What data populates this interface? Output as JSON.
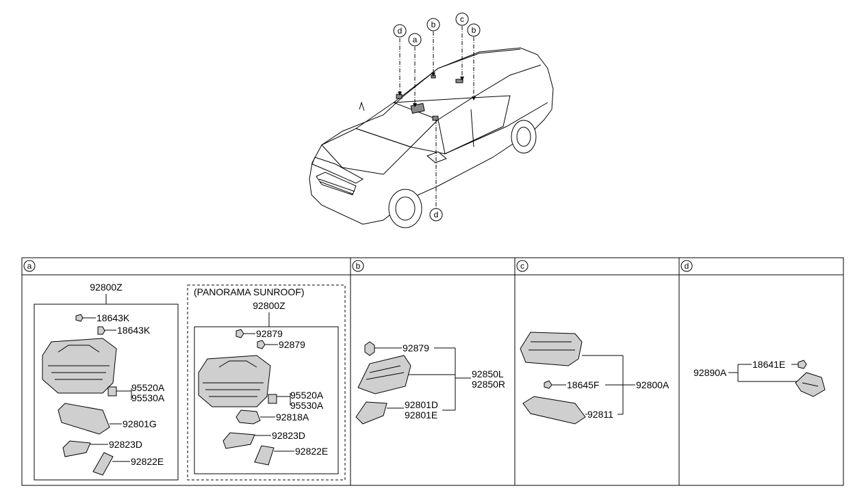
{
  "overview": {
    "callouts": [
      "d",
      "a",
      "b",
      "c",
      "b",
      "d"
    ]
  },
  "sections": {
    "a": {
      "letter": "a",
      "standard": {
        "assembly": "92800Z",
        "parts": [
          "18643K",
          "18643K",
          "95520A",
          "95530A",
          "92801G",
          "92823D",
          "92822E"
        ]
      },
      "panorama": {
        "title": "(PANORAMA SUNROOF)",
        "assembly": "92800Z",
        "parts": [
          "92879",
          "92879",
          "95520A",
          "95530A",
          "92818A",
          "92823D",
          "92822E"
        ]
      }
    },
    "b": {
      "letter": "b",
      "parts": [
        "92879",
        "92850L",
        "92850R",
        "92801D",
        "92801E"
      ]
    },
    "c": {
      "letter": "c",
      "parts": [
        "18645F",
        "92800A",
        "92811"
      ]
    },
    "d": {
      "letter": "d",
      "parts": [
        "92890A",
        "18641E"
      ]
    }
  }
}
